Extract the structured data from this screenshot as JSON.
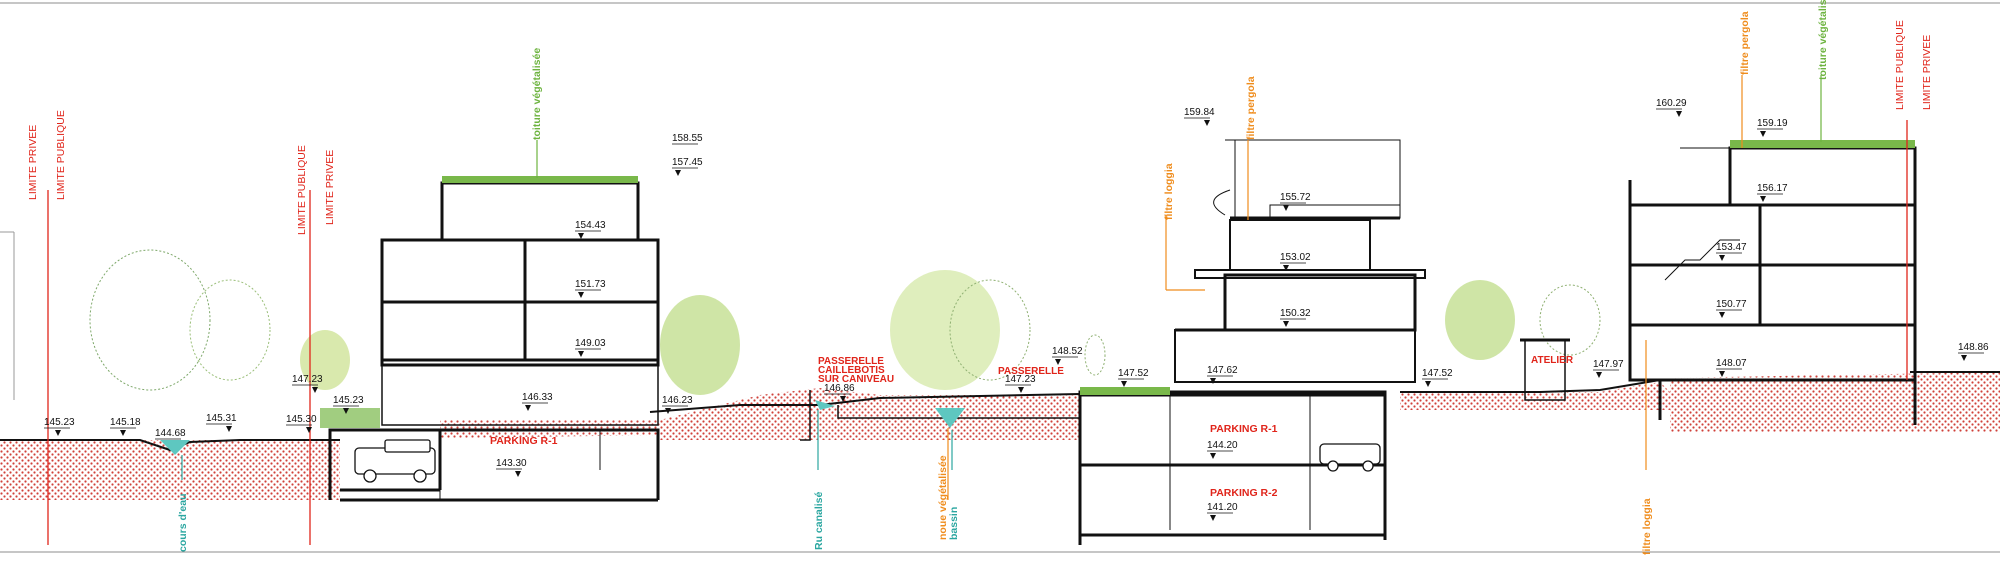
{
  "labels": {
    "limite_privee": "LIMITE PRIVEE",
    "limite_publique": "LIMITE PUBLIQUE",
    "toiture_vegetalisee": "toiture végétalisée",
    "filtre_pergola": "filtre pergola",
    "filtre_loggia": "filtre loggia",
    "cours_deau": "cours d'eau",
    "ru_canalise": "Ru canalisé",
    "noue_vegetalisee": "noue végétalisée",
    "bassin": "bassin",
    "passerelle_caillebotis_1": "PASSERELLE",
    "passerelle_caillebotis_2": "CAILLEBOTIS",
    "passerelle_caillebotis_3": "SUR CANIVEAU",
    "passerelle": "PASSERELLE",
    "atelier": "ATELIER",
    "parking_r1": "PARKING R-1",
    "parking_r2": "PARKING R-2"
  },
  "levels": {
    "l145_23": "145.23",
    "l145_18": "145.18",
    "l144_68": "144.68",
    "l145_31": "145.31",
    "l145_30": "145.30",
    "l147_23a": "147.23",
    "l145_23b": "145.23",
    "l158_55": "158.55",
    "l157_45": "157.45",
    "l154_43": "154.43",
    "l151_73": "151.73",
    "l149_03": "149.03",
    "l146_33": "146.33",
    "l143_30": "143.30",
    "l146_23": "146.23",
    "l146_86": "146.86",
    "l147_23b": "147.23",
    "l148_52": "148.52",
    "l147_52a": "147.52",
    "l159_84": "159.84",
    "l155_72": "155.72",
    "l153_02": "153.02",
    "l150_32": "150.32",
    "l147_62": "147.62",
    "l144_20": "144.20",
    "l141_20": "141.20",
    "l147_52b": "147.52",
    "l147_97": "147.97",
    "l160_29": "160.29",
    "l159_19": "159.19",
    "l156_17": "156.17",
    "l153_47": "153.47",
    "l150_77": "150.77",
    "l148_07": "148.07",
    "l148_86": "148.86"
  },
  "colors": {
    "limit_red": "#e0251b",
    "green_label": "#6db33f",
    "orange_label": "#ef8c1c",
    "teal_label": "#2aa6a0",
    "soil_dots": "#d0413a"
  }
}
